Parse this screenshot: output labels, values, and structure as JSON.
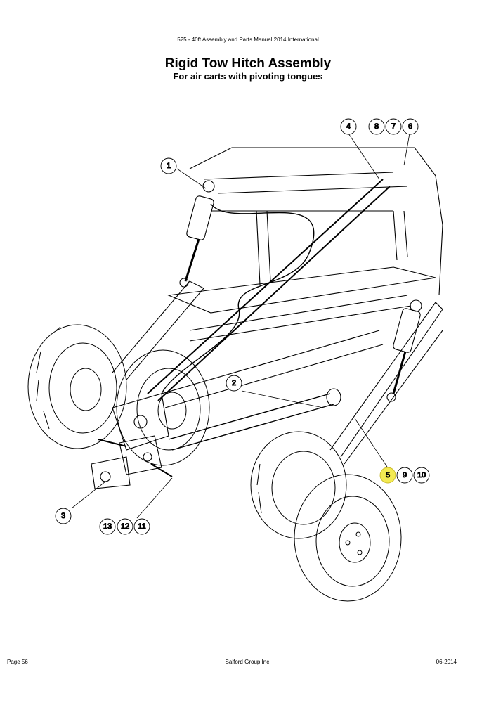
{
  "header": {
    "manual": "525 - 40ft Assembly and Parts Manual 2014 International"
  },
  "title": "Rigid Tow Hitch Assembly",
  "subtitle": "For air carts with pivoting tongues",
  "callouts": {
    "c1": "1",
    "c2": "2",
    "c3": "3",
    "c4": "4",
    "c5": "5",
    "c6": "6",
    "c7": "7",
    "c8": "8",
    "c9": "9",
    "c10": "10",
    "c11": "11",
    "c12": "12",
    "c13": "13"
  },
  "highlight_color": "#f3ea52",
  "footer": {
    "page": "Page 56",
    "company": "Salford Group Inc,",
    "date": "06-2014"
  }
}
